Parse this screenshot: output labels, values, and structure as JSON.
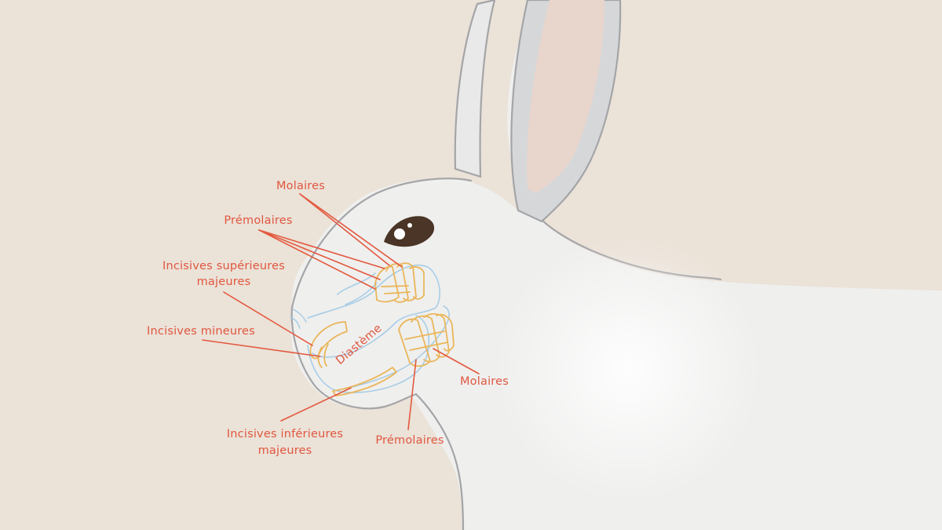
{
  "colors": {
    "background": "#ebe2d8",
    "fur": "#efefee",
    "outline": "#a4a5a8",
    "inner_ear": "#e8d5cc",
    "eye": "#4a3526",
    "teeth": "#eab65a",
    "jaw_outline": "#a8cde6",
    "label": "#e0573f"
  },
  "labels": {
    "molaires_top": "Molaires",
    "premolaires_top": "Prémolaires",
    "incisives_sup_line1": "Incisives supérieures",
    "incisives_sup_line2": "majeures",
    "incisives_mineures": "Incisives mineures",
    "diasteme": "Diastème",
    "molaires_bottom": "Molaires",
    "incisives_inf_line1": "Incisives inférieures",
    "incisives_inf_line2": "majeures",
    "premolaires_bottom": "Prémolaires"
  },
  "icons": {
    "rabbit": "rabbit-head-illustration",
    "eye": "eye-icon"
  }
}
